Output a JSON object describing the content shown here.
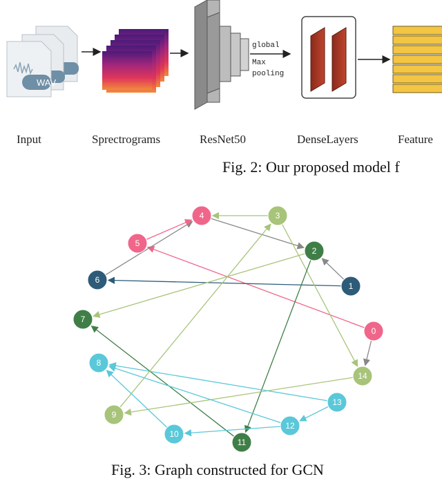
{
  "figure2": {
    "wav_label": "WAV",
    "pooling_text": [
      "global",
      "Max",
      "pooling"
    ],
    "labels": {
      "input": "Input",
      "spectrograms": "Sprectrograms",
      "resnet": "ResNet50",
      "dense": "DenseLayers",
      "feature": "Feature"
    },
    "caption": "Fig. 2: Our proposed model f"
  },
  "figure3": {
    "caption": "Fig. 3: Graph constructed for GCN",
    "colors": {
      "pink": "#f0668a",
      "olive": "#a7c47a",
      "darkgreen": "#3f7f47",
      "navy": "#2d5b78",
      "cyan": "#5ac8d8",
      "gray": "#888888"
    },
    "nodes": [
      {
        "id": "0",
        "color": "pink"
      },
      {
        "id": "1",
        "color": "navy"
      },
      {
        "id": "2",
        "color": "darkgreen"
      },
      {
        "id": "3",
        "color": "olive"
      },
      {
        "id": "4",
        "color": "pink"
      },
      {
        "id": "5",
        "color": "pink"
      },
      {
        "id": "6",
        "color": "navy"
      },
      {
        "id": "7",
        "color": "darkgreen"
      },
      {
        "id": "8",
        "color": "cyan"
      },
      {
        "id": "9",
        "color": "olive"
      },
      {
        "id": "10",
        "color": "cyan"
      },
      {
        "id": "11",
        "color": "darkgreen"
      },
      {
        "id": "12",
        "color": "cyan"
      },
      {
        "id": "13",
        "color": "cyan"
      },
      {
        "id": "14",
        "color": "olive"
      }
    ],
    "edges": [
      {
        "from": "0",
        "to": "5",
        "color": "pink"
      },
      {
        "from": "0",
        "to": "14",
        "color": "gray"
      },
      {
        "from": "1",
        "to": "6",
        "color": "navy"
      },
      {
        "from": "1",
        "to": "2",
        "color": "gray"
      },
      {
        "from": "4",
        "to": "2",
        "color": "gray"
      },
      {
        "from": "6",
        "to": "4",
        "color": "gray"
      },
      {
        "from": "5",
        "to": "4",
        "color": "pink"
      },
      {
        "from": "3",
        "to": "4",
        "color": "olive"
      },
      {
        "from": "3",
        "to": "14",
        "color": "olive"
      },
      {
        "from": "9",
        "to": "3",
        "color": "olive"
      },
      {
        "from": "2",
        "to": "7",
        "color": "olive"
      },
      {
        "from": "2",
        "to": "11",
        "color": "darkgreen"
      },
      {
        "from": "11",
        "to": "7",
        "color": "darkgreen"
      },
      {
        "from": "14",
        "to": "9",
        "color": "olive"
      },
      {
        "from": "13",
        "to": "8",
        "color": "cyan"
      },
      {
        "from": "12",
        "to": "8",
        "color": "cyan"
      },
      {
        "from": "10",
        "to": "8",
        "color": "cyan"
      },
      {
        "from": "12",
        "to": "10",
        "color": "cyan"
      },
      {
        "from": "13",
        "to": "12",
        "color": "cyan"
      }
    ]
  }
}
